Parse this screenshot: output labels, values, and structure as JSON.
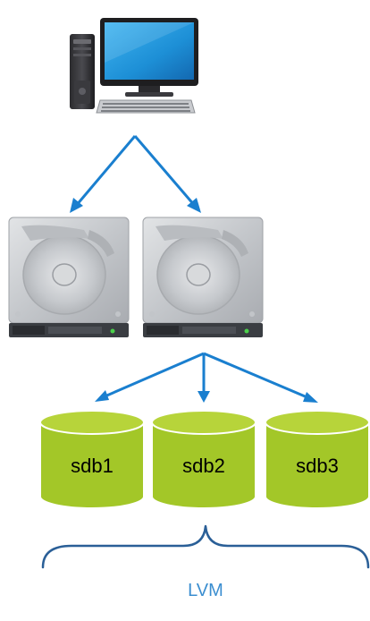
{
  "nodes": {
    "computer": {
      "icon": "desktop-computer-icon"
    },
    "disks": [
      {
        "icon": "hard-disk-icon"
      },
      {
        "icon": "hard-disk-icon"
      }
    ],
    "volumes": [
      {
        "label": "sdb1"
      },
      {
        "label": "sdb2"
      },
      {
        "label": "sdb3"
      }
    ]
  },
  "group": {
    "label": "LVM"
  },
  "colors": {
    "arrow": "#1a7fcf",
    "volume_fill": "#a3c728",
    "volume_top": "#b7d43a",
    "volume_stroke": "#ffffff",
    "brace": "#2a5f97",
    "group_label": "#3b8ed0",
    "disk_body": "#c9ccd0",
    "disk_base": "#3a3d42",
    "led": "#4bd14b"
  }
}
